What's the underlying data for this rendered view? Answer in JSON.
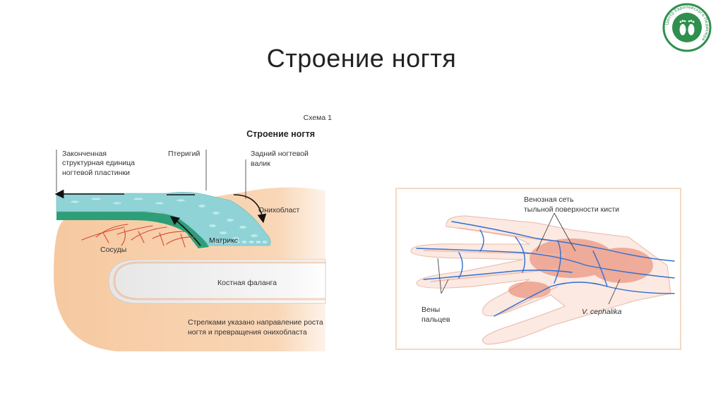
{
  "slide": {
    "title": "Строение ногтя"
  },
  "logo": {
    "ring_text": "Центр Европейского Педикюра",
    "colors": {
      "ring": "#2f8f4e",
      "fill": "#ffffff"
    }
  },
  "nail_diagram": {
    "scheme_number": "Схема 1",
    "heading": "Строение ногтя",
    "labels": {
      "finished_unit_1": "Законченная",
      "finished_unit_2": "структурная единица",
      "finished_unit_3": "ногтевой пластинки",
      "pterygium": "Птеригий",
      "back_fold_1": "Задний ногтевой",
      "back_fold_2": "валик",
      "onychoblast": "Онихобласт",
      "matrix": "Матрикс",
      "vessels": "Сосуды",
      "bone": "Костная фаланга",
      "arrows_note_1": "Стрелками указано направление роста",
      "arrows_note_2": "ногтя и превращения онихобласта"
    },
    "colors": {
      "skin": "#f6c9a0",
      "nail_plate": "#8fd3d6",
      "nail_bed": "#2e9e78",
      "bone": "#ededed",
      "vessels": "#d9462f"
    }
  },
  "hand_diagram": {
    "labels": {
      "venous_network_1": "Венозная сеть",
      "venous_network_2": "тыльной поверхности кисти",
      "finger_veins_1": "Вены",
      "finger_veins_2": "пальцев",
      "cephalic": "V. cephalika"
    },
    "colors": {
      "border": "#f3d9c4",
      "muscle": "#e57a60",
      "vein": "#2f6fd0"
    }
  }
}
